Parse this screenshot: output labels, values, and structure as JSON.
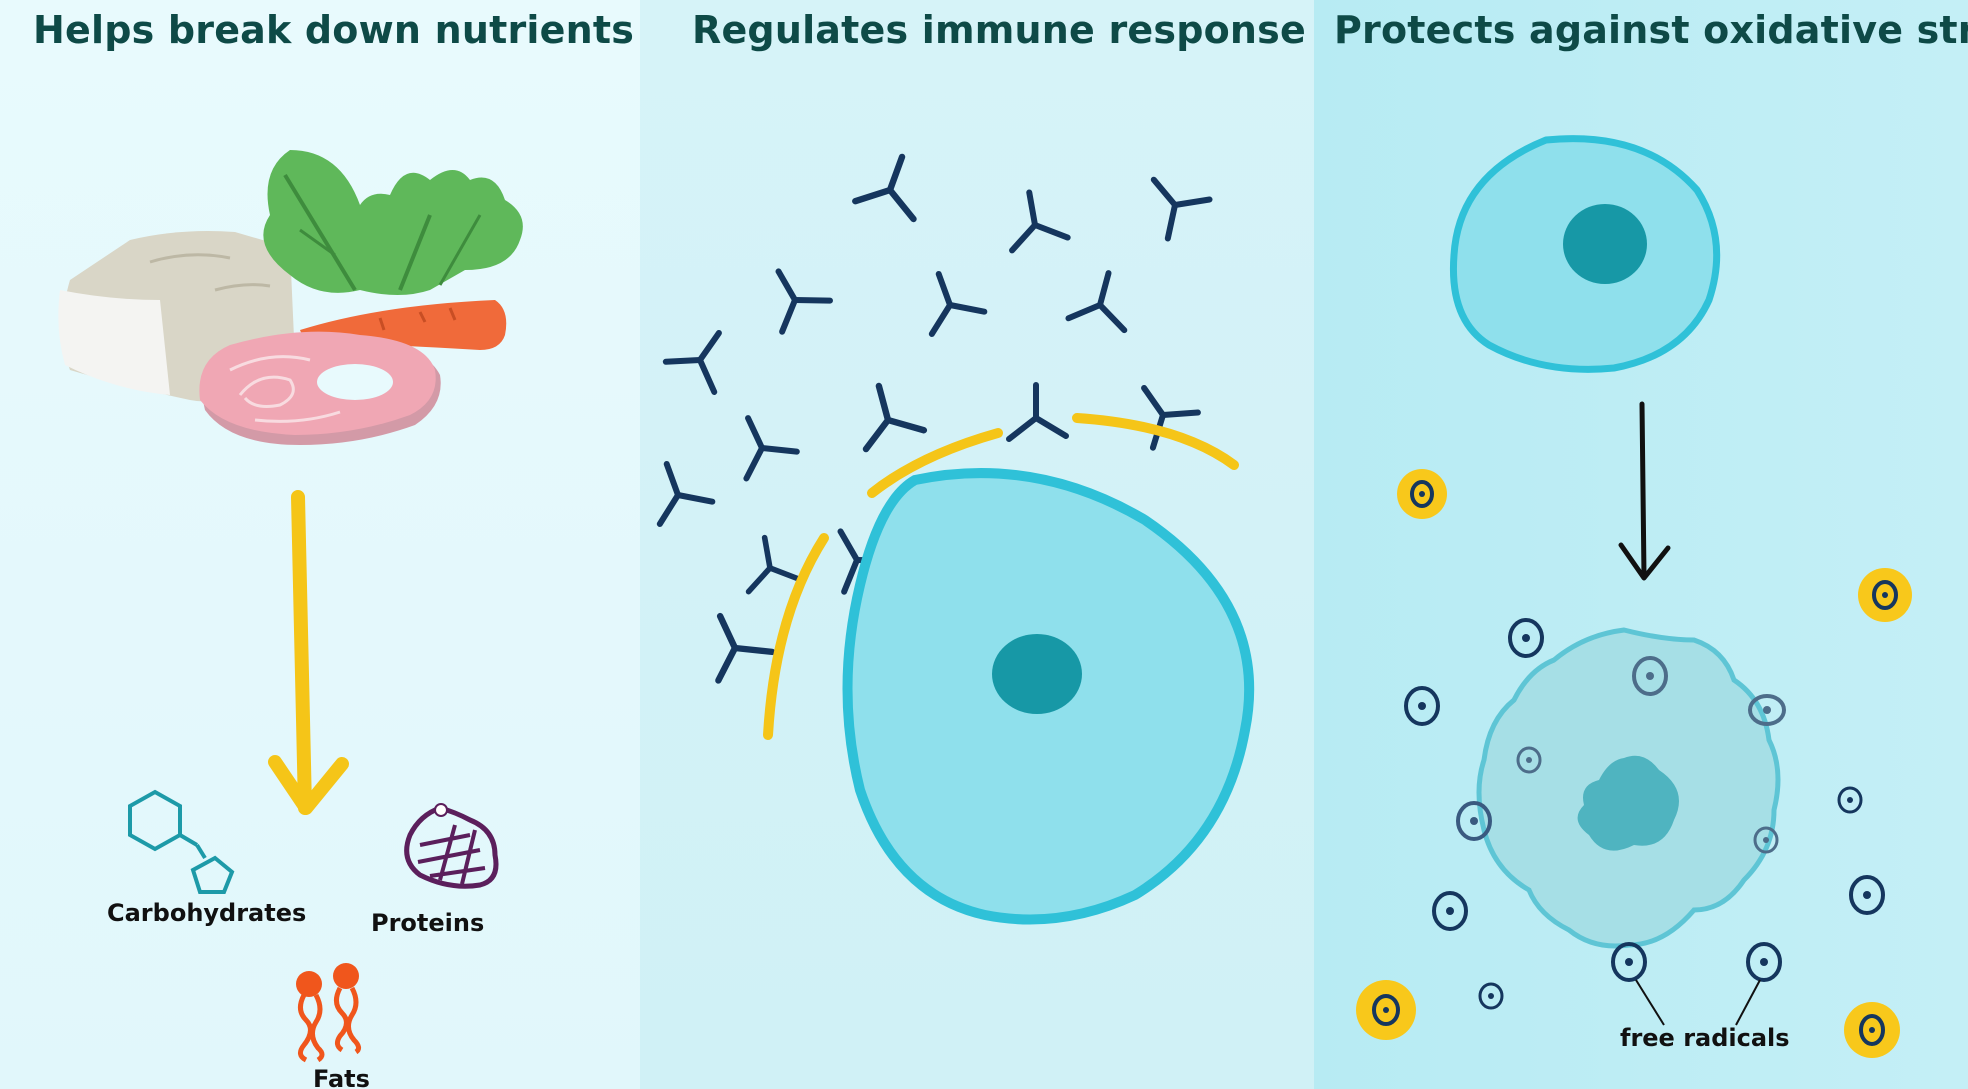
{
  "panels": [
    {
      "title": "Helps break down nutrients",
      "labels": {
        "carbohydrates": "Carbohydrates",
        "proteins": "Proteins",
        "fats": "Fats"
      }
    },
    {
      "title": "Regulates immune response"
    },
    {
      "title": "Protects against oxidative stress",
      "labels": {
        "free_radicals": "free radicals"
      }
    }
  ],
  "colors": {
    "heading": "#0e4a47",
    "arrow_yellow": "#f5c518",
    "cell_fill": "#8fe0ec",
    "cell_outline": "#2fc1d8",
    "nucleus": "#1798a6",
    "antibody": "#15365e",
    "radical_yellow": "#f8c81b",
    "radical_dark": "#15365e"
  }
}
